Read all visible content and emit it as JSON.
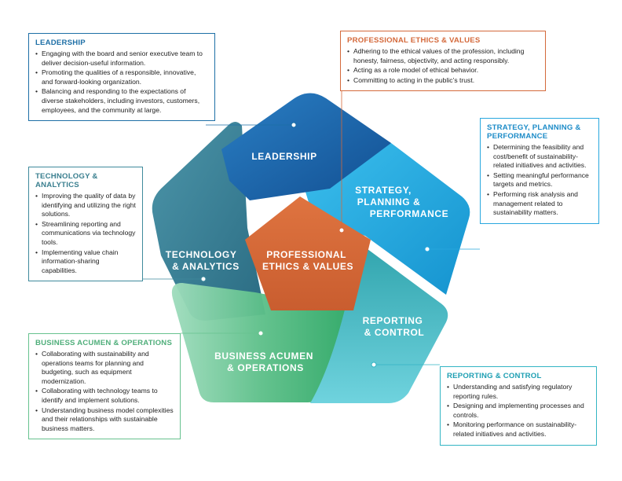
{
  "segments": {
    "leadership": "LEADERSHIP",
    "strategy": [
      "STRATEGY,",
      "PLANNING &",
      "PERFORMANCE"
    ],
    "technology": [
      "TECHNOLOGY",
      "& ANALYTICS"
    ],
    "ethics": [
      "PROFESSIONAL",
      "ETHICS & VALUES"
    ],
    "reporting": [
      "REPORTING",
      "& CONTROL"
    ],
    "business": [
      "BUSINESS ACUMEN",
      "& OPERATIONS"
    ]
  },
  "boxes": {
    "leadership": {
      "title": "LEADERSHIP",
      "items": [
        "Engaging with the board and senior executive team to deliver decision-useful information.",
        "Promoting the qualities of a responsible, innovative, and forward-looking organization.",
        "Balancing and responding to the expectations of diverse stakeholders, including investors, customers, employees, and the community at large."
      ]
    },
    "ethics": {
      "title": "PROFESSIONAL ETHICS & VALUES",
      "items": [
        "Adhering to the ethical values of the profession, including honesty, fairness, objectivity, and acting responsibly.",
        "Acting as a role model of ethical behavior.",
        "Committing to acting in the public’s trust."
      ]
    },
    "strategy": {
      "title": "STRATEGY, PLANNING & PERFORMANCE",
      "items": [
        "Determining the feasibility and cost/benefit of sustainability-related initiatives and activities.",
        "Setting meaningful performance targets and metrics.",
        "Performing risk analysis and management related to sustainability matters."
      ]
    },
    "technology": {
      "title": "TECHNOLOGY & ANALYTICS",
      "items": [
        "Improving the quality of data by identifying and utilizing the right solutions.",
        "Streamlining reporting and communications via technology tools.",
        "Implementing value chain information-sharing capabilities."
      ]
    },
    "business": {
      "title": "BUSINESS ACUMEN & OPERATIONS",
      "items": [
        "Collaborating with sustainability and operations teams for planning and budgeting, such as equipment modernization.",
        "Collaborating with technology teams to identify and implement solutions.",
        "Understanding business model complexities and their relationships with sustainable business matters."
      ]
    },
    "reporting": {
      "title": "REPORTING & CONTROL",
      "items": [
        "Understanding and satisfying regulatory reporting rules.",
        "Designing and implementing processes and controls.",
        "Monitoring performance on sustainability-related initiatives and activities."
      ]
    }
  },
  "colors": {
    "leadership": "#1d6fb8",
    "strategy": "#22a9e1",
    "technology": "#3b8198",
    "ethics": "#d2683a",
    "reporting": "#35b6c2",
    "business": "#5ec08a"
  }
}
